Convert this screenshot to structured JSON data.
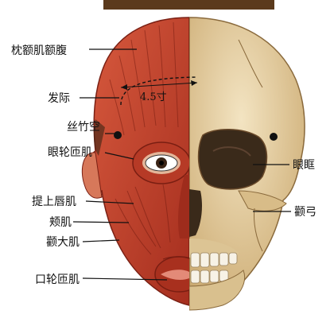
{
  "labels": {
    "frontalis": "枕额肌额腹",
    "hairline": "发际",
    "sizhukong": "丝竹空",
    "orbicularis_oculi": "眼轮匝肌",
    "levator_labii": "提上唇肌",
    "zygomaticus_minor": "颊肌",
    "zygomaticus_major": "颧大肌",
    "orbicularis_oris": "口轮匝肌",
    "orbit": "眼眶",
    "zygomatic_arch": "颧弓"
  },
  "measurement": {
    "text": "4.5寸"
  },
  "colors": {
    "muscle": "#c8402c",
    "muscle_dark": "#8e2418",
    "bone": "#e6cfa0",
    "bone_shade": "#c7a976",
    "point": "#111111"
  },
  "top_bar_color": "#5b3a1c"
}
